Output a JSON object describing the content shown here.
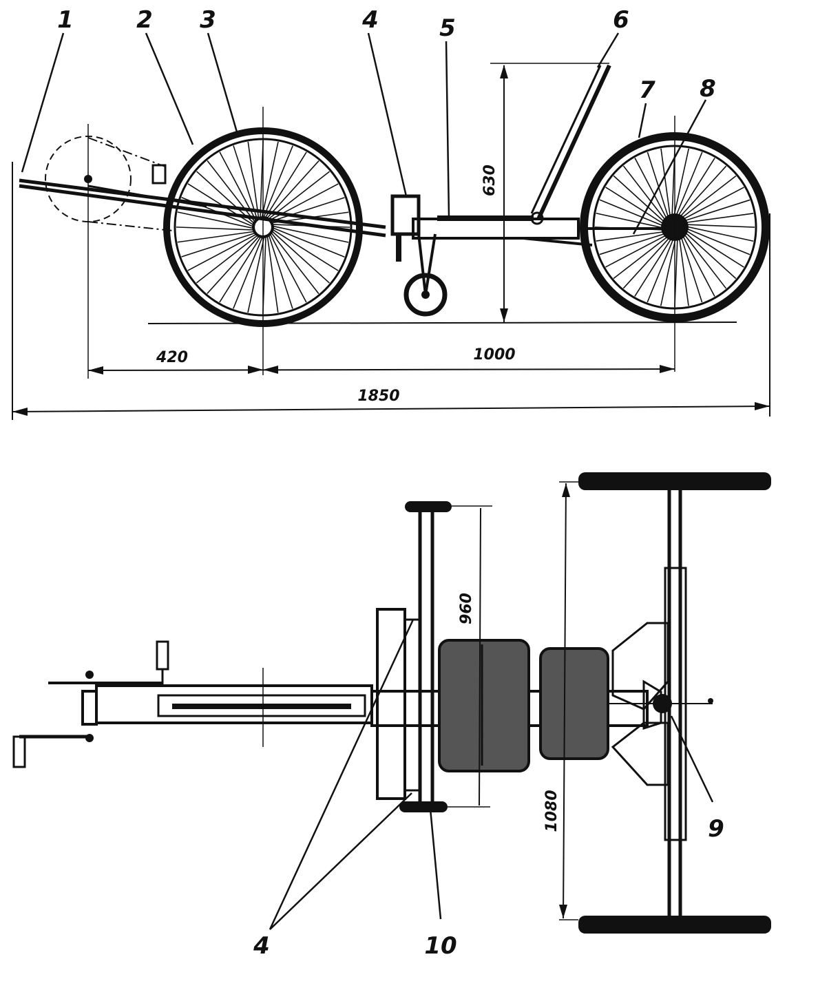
{
  "side_view": {
    "callouts": [
      "1",
      "2",
      "3",
      "4",
      "5",
      "6",
      "7",
      "8"
    ],
    "dimensions": {
      "seat_height": "630",
      "front_offset": "420",
      "wheelbase": "1000",
      "overall_length": "1850"
    }
  },
  "top_view": {
    "callouts": [
      "4",
      "9",
      "10"
    ],
    "dimensions": {
      "front_track": "960",
      "rear_track": "1080"
    }
  }
}
